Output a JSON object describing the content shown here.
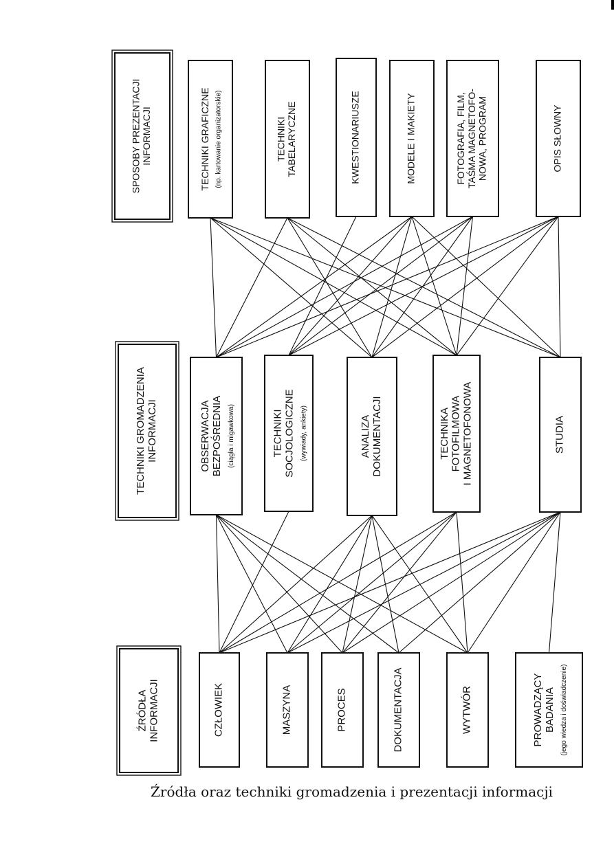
{
  "diagram": {
    "rows": {
      "presentation": {
        "header": [
          "SPOSOBY PREZENTACJI",
          "INFORMACJI"
        ],
        "items": [
          {
            "lines": [
              "TECHNIKI  GRAFICZNE"
            ],
            "sub": "(np. kartowanie organizatorskie)"
          },
          {
            "lines": [
              "TECHNIKI",
              "TABELARYCZNE"
            ],
            "sub": ""
          },
          {
            "lines": [
              "KWESTIONARIUSZE"
            ],
            "sub": ""
          },
          {
            "lines": [
              "MODELE  I  MAKIETY"
            ],
            "sub": ""
          },
          {
            "lines": [
              "FOTOGRAFIA, FILM,",
              "TAŚMA MAGNETOFO-",
              "NOWA, PROGRAM"
            ],
            "sub": ""
          },
          {
            "lines": [
              "OPIS  SŁOWNY"
            ],
            "sub": ""
          }
        ]
      },
      "gathering": {
        "header": [
          "TECHNIKI GROMADZENIA",
          "INFORMACJI"
        ],
        "items": [
          {
            "lines": [
              "OBSERWACJA",
              "BEZPOŚREDNIA"
            ],
            "sub": "(ciągła i migawkowa)"
          },
          {
            "lines": [
              "TECHNIKI",
              "SOCJOLOGICZNE"
            ],
            "sub": "(wywiady, ankiety)"
          },
          {
            "lines": [
              "ANALIZA",
              "DOKUMENTACJI"
            ],
            "sub": ""
          },
          {
            "lines": [
              "TECHNIKA",
              "FOTOFILMOWA",
              "I MAGNETOFONOWA"
            ],
            "sub": ""
          },
          {
            "lines": [
              "STUDIA"
            ],
            "sub": ""
          }
        ]
      },
      "sources": {
        "header": [
          "ŹRÓDŁA",
          "INFORMACJI"
        ],
        "items": [
          {
            "lines": [
              "CZŁOWIEK"
            ],
            "sub": ""
          },
          {
            "lines": [
              "MASZYNA"
            ],
            "sub": ""
          },
          {
            "lines": [
              "PROCES"
            ],
            "sub": ""
          },
          {
            "lines": [
              "DOKUMENTACJA"
            ],
            "sub": ""
          },
          {
            "lines": [
              "WYTWÓR"
            ],
            "sub": ""
          },
          {
            "lines": [
              "PROWADZĄCY",
              "BADANIA"
            ],
            "sub": "(jego wiedza i doświadczenie)"
          }
        ]
      }
    },
    "links_presentation_gathering": [
      [
        0,
        0
      ],
      [
        0,
        2
      ],
      [
        0,
        3
      ],
      [
        0,
        4
      ],
      [
        1,
        0
      ],
      [
        1,
        2
      ],
      [
        1,
        3
      ],
      [
        1,
        4
      ],
      [
        2,
        1
      ],
      [
        3,
        0
      ],
      [
        3,
        1
      ],
      [
        3,
        2
      ],
      [
        3,
        3
      ],
      [
        3,
        4
      ],
      [
        4,
        0
      ],
      [
        4,
        1
      ],
      [
        4,
        2
      ],
      [
        4,
        3
      ],
      [
        5,
        0
      ],
      [
        5,
        1
      ],
      [
        5,
        2
      ],
      [
        5,
        3
      ],
      [
        5,
        4
      ]
    ],
    "links_gathering_sources": [
      [
        0,
        0
      ],
      [
        0,
        1
      ],
      [
        0,
        2
      ],
      [
        0,
        3
      ],
      [
        0,
        4
      ],
      [
        1,
        0
      ],
      [
        2,
        0
      ],
      [
        2,
        1
      ],
      [
        2,
        2
      ],
      [
        2,
        3
      ],
      [
        2,
        4
      ],
      [
        3,
        0
      ],
      [
        3,
        1
      ],
      [
        3,
        2
      ],
      [
        3,
        4
      ],
      [
        4,
        0
      ],
      [
        4,
        1
      ],
      [
        4,
        2
      ],
      [
        4,
        3
      ],
      [
        4,
        4
      ],
      [
        4,
        5
      ]
    ]
  },
  "caption": "Źródła oraz techniki gromadzenia i prezentacji informacji"
}
